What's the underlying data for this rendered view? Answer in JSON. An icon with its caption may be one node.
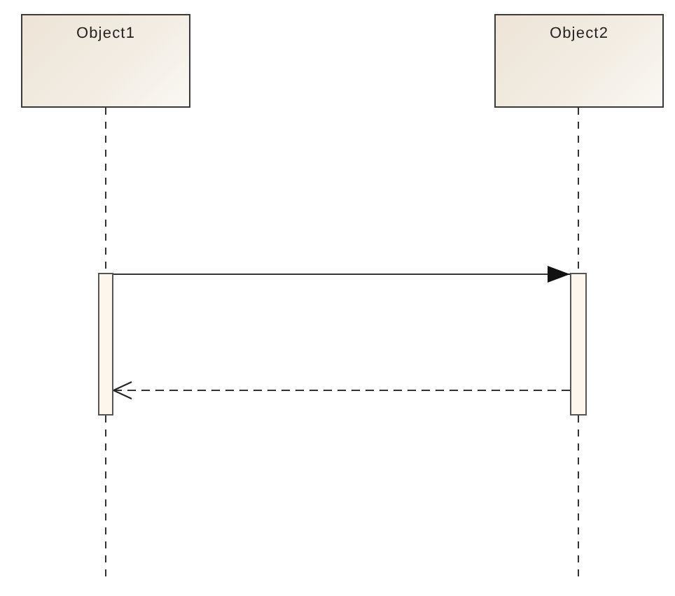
{
  "diagram": {
    "nodes": [
      {
        "text": [
          "Object1"
        ]
      },
      {
        "text": [
          "Object2"
        ]
      },
      {
        "text": [],
        "shape": "bar"
      },
      {
        "text": [],
        "shape": "bar"
      }
    ],
    "edges": [
      {
        "from": 0,
        "to": 2,
        "arrow": "none",
        "style": "dashed"
      },
      {
        "from": 2,
        "to": null,
        "arrow": "none",
        "style": "dashed"
      },
      {
        "from": 1,
        "to": 3,
        "arrow": "none",
        "style": "dashed"
      },
      {
        "from": 3,
        "to": null,
        "arrow": "none",
        "style": "dashed"
      },
      {
        "from": 2,
        "to": 3,
        "arrow": "to"
      },
      {
        "from": 3,
        "to": 2,
        "arrow": "to",
        "style": "dashed"
      }
    ]
  }
}
